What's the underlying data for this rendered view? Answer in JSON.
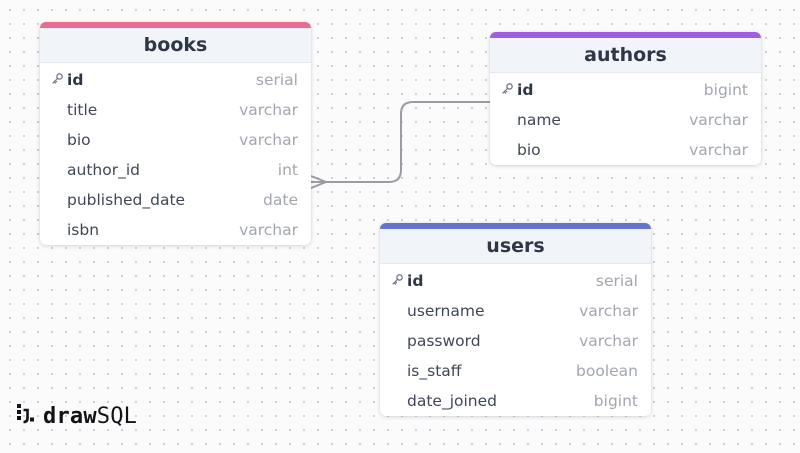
{
  "tables": [
    {
      "id": "books",
      "name": "books",
      "accent": "#e96a93",
      "columns": [
        {
          "name": "id",
          "type": "serial",
          "primary_key": true
        },
        {
          "name": "title",
          "type": "varchar",
          "primary_key": false
        },
        {
          "name": "bio",
          "type": "varchar",
          "primary_key": false
        },
        {
          "name": "author_id",
          "type": "int",
          "primary_key": false
        },
        {
          "name": "published_date",
          "type": "date",
          "primary_key": false
        },
        {
          "name": "isbn",
          "type": "varchar",
          "primary_key": false
        }
      ]
    },
    {
      "id": "authors",
      "name": "authors",
      "accent": "#a15de0",
      "columns": [
        {
          "name": "id",
          "type": "bigint",
          "primary_key": true
        },
        {
          "name": "name",
          "type": "varchar",
          "primary_key": false
        },
        {
          "name": "bio",
          "type": "varchar",
          "primary_key": false
        }
      ]
    },
    {
      "id": "users",
      "name": "users",
      "accent": "#6674d1",
      "columns": [
        {
          "name": "id",
          "type": "serial",
          "primary_key": true
        },
        {
          "name": "username",
          "type": "varchar",
          "primary_key": false
        },
        {
          "name": "password",
          "type": "varchar",
          "primary_key": false
        },
        {
          "name": "is_staff",
          "type": "boolean",
          "primary_key": false
        },
        {
          "name": "date_joined",
          "type": "bigint",
          "primary_key": false
        }
      ]
    }
  ],
  "relations": [
    {
      "from_table": "books",
      "from_column": "author_id",
      "to_table": "authors",
      "to_column": "id",
      "from_end": "many",
      "to_end": "one"
    }
  ],
  "branding": {
    "logo_bold": "draw",
    "logo_light": "SQL"
  },
  "icons": {
    "primary_key": "key-icon",
    "logo": "drawsql-logo-icon"
  },
  "colors": {
    "relation_line": "#9a9ca3",
    "header_bg": "#f1f4f9"
  }
}
